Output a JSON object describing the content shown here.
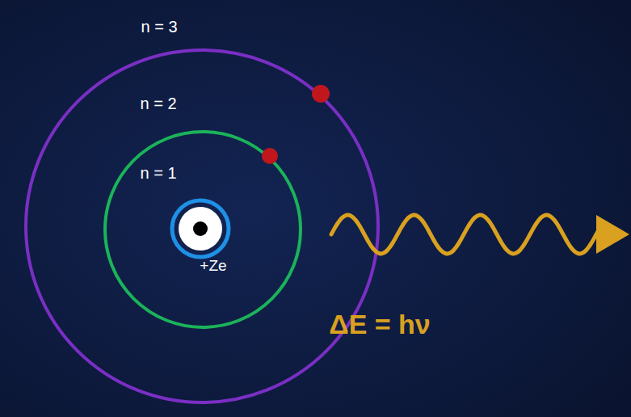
{
  "diagram": {
    "labels": [
      "n = 3",
      "n = 2",
      "n = 1",
      "+Ze",
      "ΔE = hν"
    ]
  }
}
